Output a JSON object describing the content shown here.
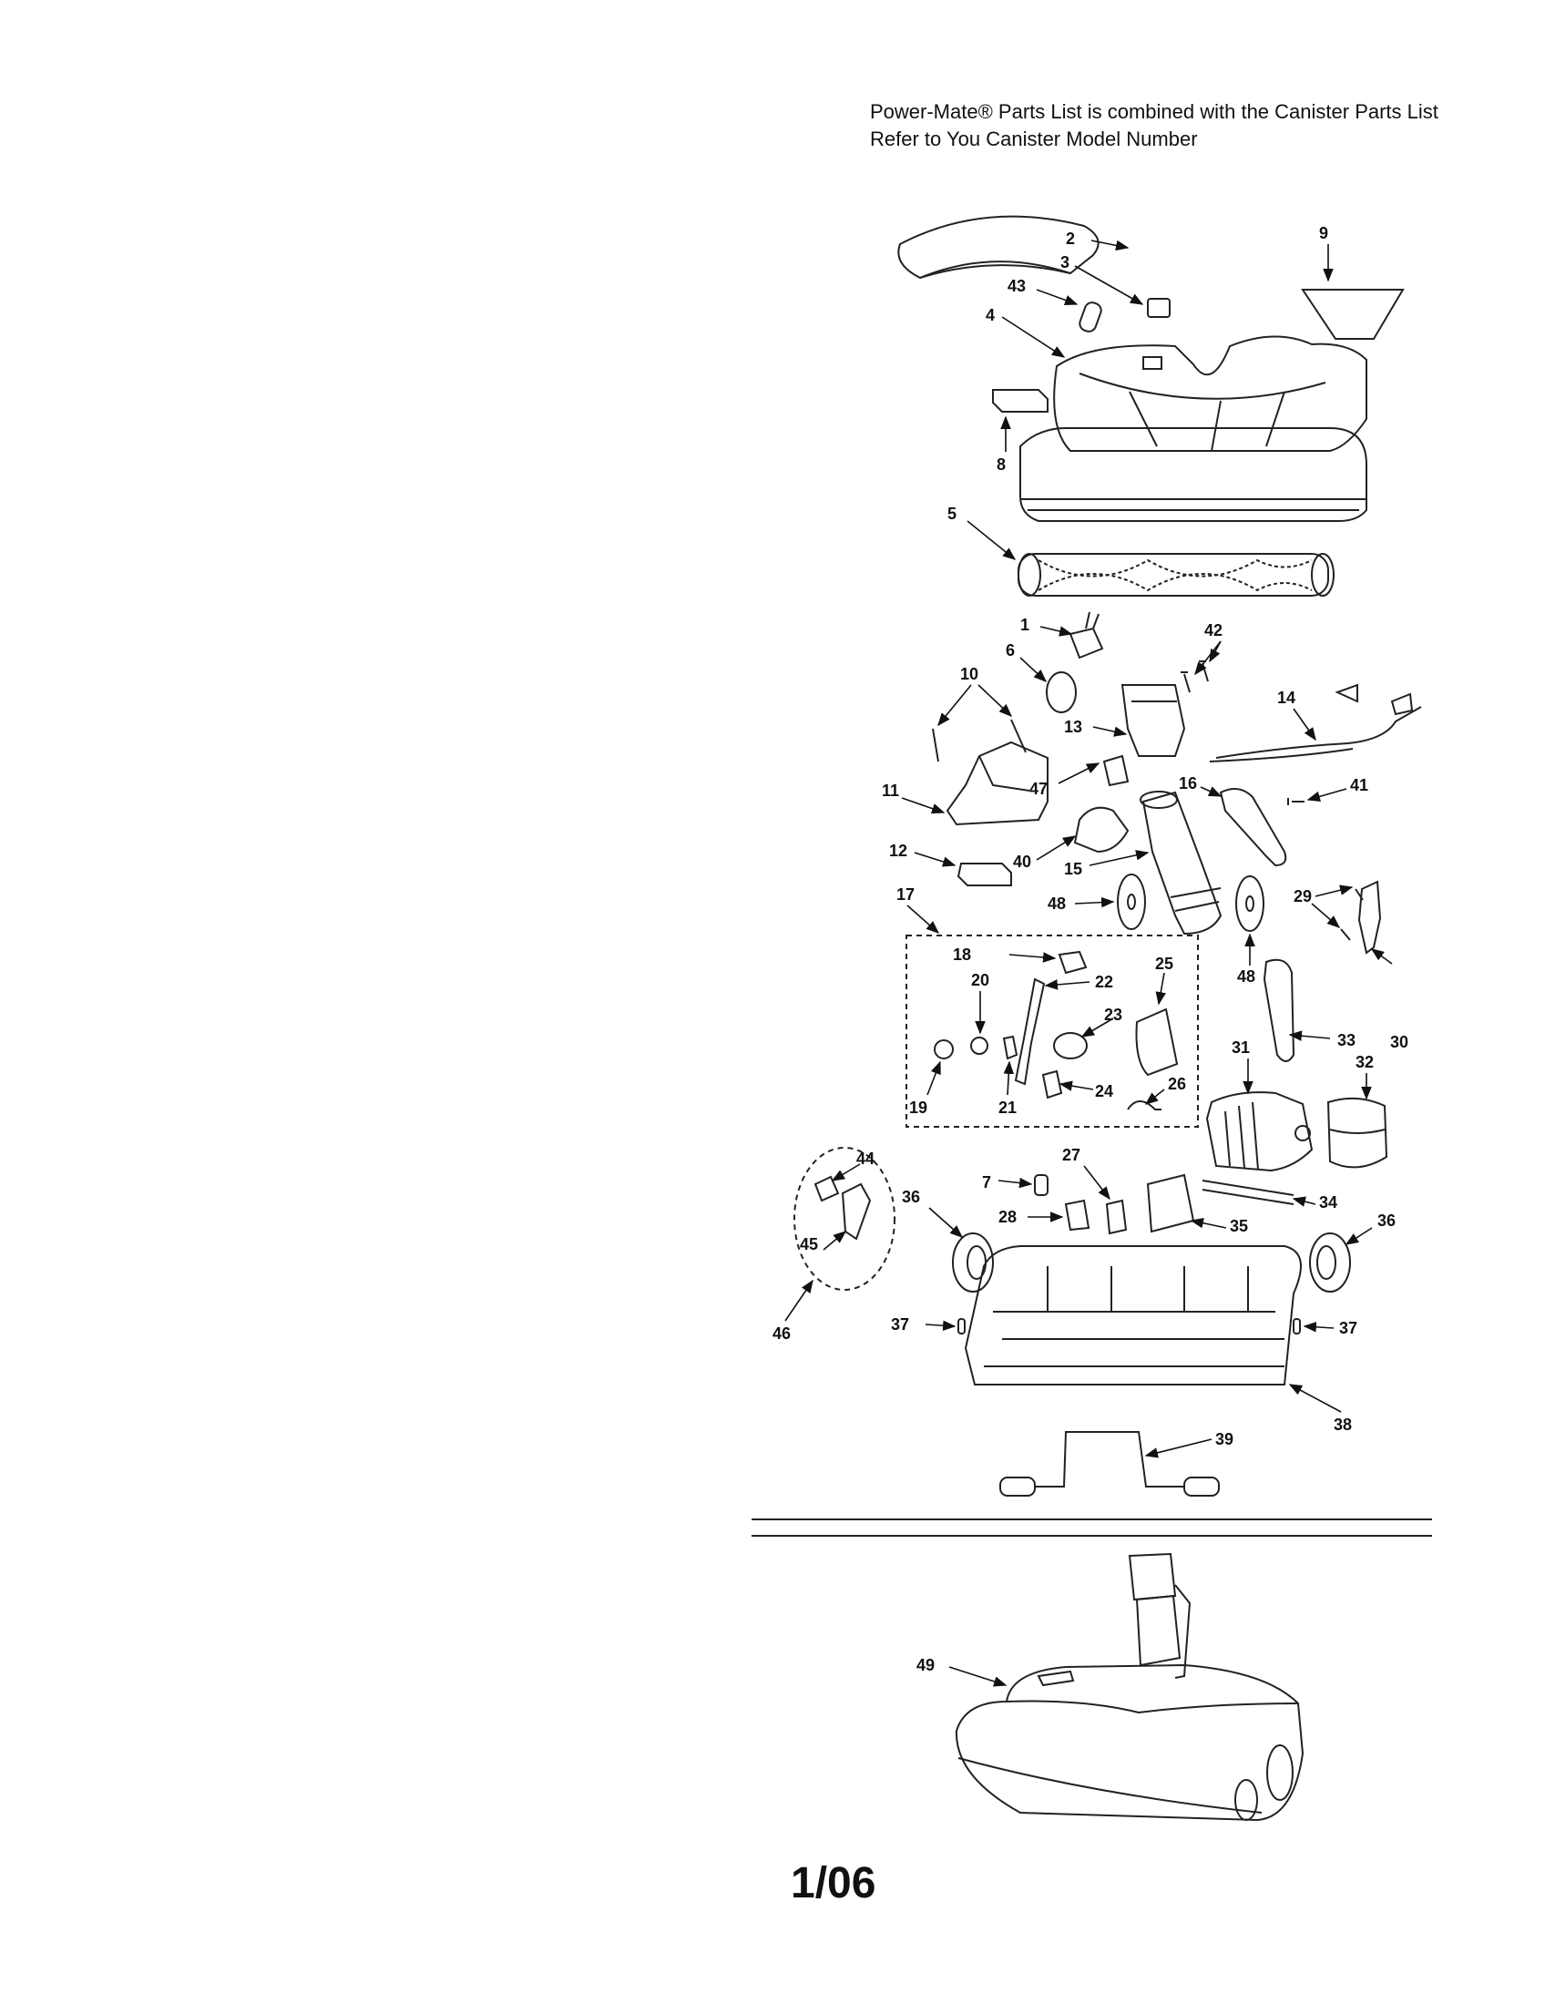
{
  "header": {
    "line1": "Power-Mate® Parts List is combined with the Canister Parts List",
    "line2": "Refer to You Canister Model Number"
  },
  "callouts": [
    {
      "id": "2",
      "label": "2"
    },
    {
      "id": "3",
      "label": "3"
    },
    {
      "id": "9",
      "label": "9"
    },
    {
      "id": "43",
      "label": "43"
    },
    {
      "id": "4",
      "label": "4"
    },
    {
      "id": "8",
      "label": "8"
    },
    {
      "id": "5",
      "label": "5"
    },
    {
      "id": "1",
      "label": "1"
    },
    {
      "id": "42",
      "label": "42"
    },
    {
      "id": "6",
      "label": "6"
    },
    {
      "id": "10",
      "label": "10"
    },
    {
      "id": "14",
      "label": "14"
    },
    {
      "id": "13",
      "label": "13"
    },
    {
      "id": "11",
      "label": "11"
    },
    {
      "id": "47",
      "label": "47"
    },
    {
      "id": "16",
      "label": "16"
    },
    {
      "id": "41",
      "label": "41"
    },
    {
      "id": "12",
      "label": "12"
    },
    {
      "id": "40",
      "label": "40"
    },
    {
      "id": "15",
      "label": "15"
    },
    {
      "id": "48a",
      "label": "48"
    },
    {
      "id": "48b",
      "label": "48"
    },
    {
      "id": "29",
      "label": "29"
    },
    {
      "id": "17",
      "label": "17"
    },
    {
      "id": "18",
      "label": "18"
    },
    {
      "id": "25",
      "label": "25"
    },
    {
      "id": "20",
      "label": "20"
    },
    {
      "id": "22",
      "label": "22"
    },
    {
      "id": "23",
      "label": "23"
    },
    {
      "id": "33",
      "label": "33"
    },
    {
      "id": "30",
      "label": "30"
    },
    {
      "id": "31",
      "label": "31"
    },
    {
      "id": "32",
      "label": "32"
    },
    {
      "id": "19",
      "label": "19"
    },
    {
      "id": "21",
      "label": "21"
    },
    {
      "id": "24",
      "label": "24"
    },
    {
      "id": "26",
      "label": "26"
    },
    {
      "id": "44",
      "label": "44"
    },
    {
      "id": "27",
      "label": "27"
    },
    {
      "id": "7",
      "label": "7"
    },
    {
      "id": "34",
      "label": "34"
    },
    {
      "id": "36a",
      "label": "36"
    },
    {
      "id": "36b",
      "label": "36"
    },
    {
      "id": "28",
      "label": "28"
    },
    {
      "id": "35",
      "label": "35"
    },
    {
      "id": "45",
      "label": "45"
    },
    {
      "id": "46",
      "label": "46"
    },
    {
      "id": "37a",
      "label": "37"
    },
    {
      "id": "37b",
      "label": "37"
    },
    {
      "id": "38",
      "label": "38"
    },
    {
      "id": "39",
      "label": "39"
    },
    {
      "id": "49",
      "label": "49"
    }
  ],
  "page_number": "1/06"
}
